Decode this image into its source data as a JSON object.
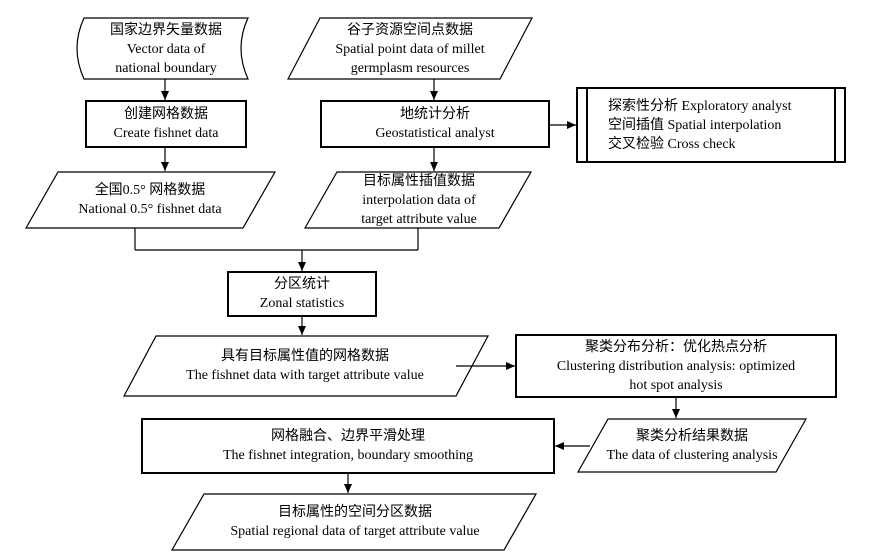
{
  "nodes": {
    "vector_boundary": {
      "cn": "国家边界矢量数据",
      "en1": "Vector data of",
      "en2": "national boundary"
    },
    "millet_points": {
      "cn": "谷子资源空间点数据",
      "en1": "Spatial point data of millet",
      "en2": "germplasm resources"
    },
    "create_fishnet": {
      "cn": "创建网格数据",
      "en1": "Create fishnet data"
    },
    "geostatistical": {
      "cn": "地统计分析",
      "en1": "Geostatistical analyst"
    },
    "geo_methods": {
      "line1": "探索性分析 Exploratory analyst",
      "line2": "空间插值 Spatial interpolation",
      "line3": "交叉检验 Cross check"
    },
    "national_fishnet": {
      "cn": "全国0.5° 网格数据",
      "en1": "National 0.5° fishnet data"
    },
    "interpolation": {
      "cn": "目标属性插值数据",
      "en1": "interpolation data of",
      "en2": "target attribute value"
    },
    "zonal": {
      "cn": "分区统计",
      "en1": "Zonal statistics"
    },
    "fishnet_target": {
      "cn": "具有目标属性值的网格数据",
      "en1": "The fishnet data with target attribute value"
    },
    "clustering": {
      "cn": "聚类分布分析：优化热点分析",
      "en1": "Clustering distribution analysis: optimized",
      "en2": "hot spot analysis"
    },
    "integration": {
      "cn": "网格融合、边界平滑处理",
      "en1": "The fishnet integration, boundary smoothing"
    },
    "cluster_result": {
      "cn": "聚类分析结果数据",
      "en1": "The data of clustering analysis"
    },
    "spatial_regional": {
      "cn": "目标属性的空间分区数据",
      "en1": "Spatial regional data of target attribute value"
    }
  },
  "colors": {
    "stroke": "#000000",
    "fill": "#ffffff"
  }
}
